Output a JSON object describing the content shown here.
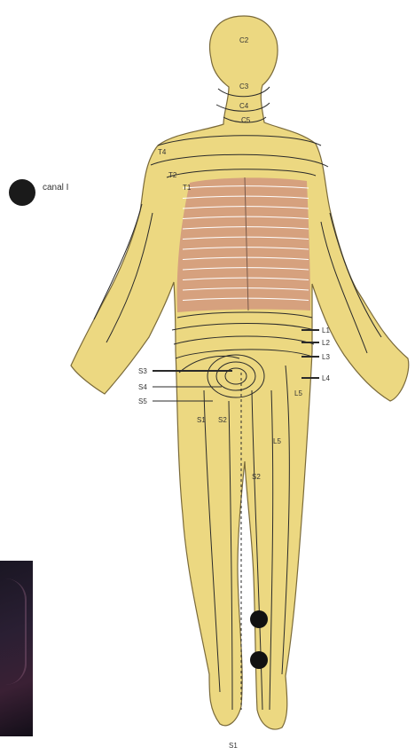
{
  "legend": {
    "label": "canal I",
    "dot_color": "#1a1a1a"
  },
  "colors": {
    "skin": "#ecd881",
    "outline": "#7a6a3a",
    "back": "#d6a17e",
    "line": "#2a2a2a",
    "point": "#111111"
  },
  "labels": {
    "c2": "C2",
    "c3": "C3",
    "c4": "C4",
    "c5": "C5",
    "t4": "T4",
    "t2": "T2",
    "t1": "T1",
    "l1": "L1",
    "l2": "L2",
    "l3": "L3",
    "l4": "L4",
    "l5": "L5",
    "s3": "S3",
    "s4": "S4",
    "s5": "S5",
    "s1": "S1",
    "s2": "S2",
    "s2b": "S2",
    "l5_foot": "L5",
    "s1_foot": "S1"
  }
}
